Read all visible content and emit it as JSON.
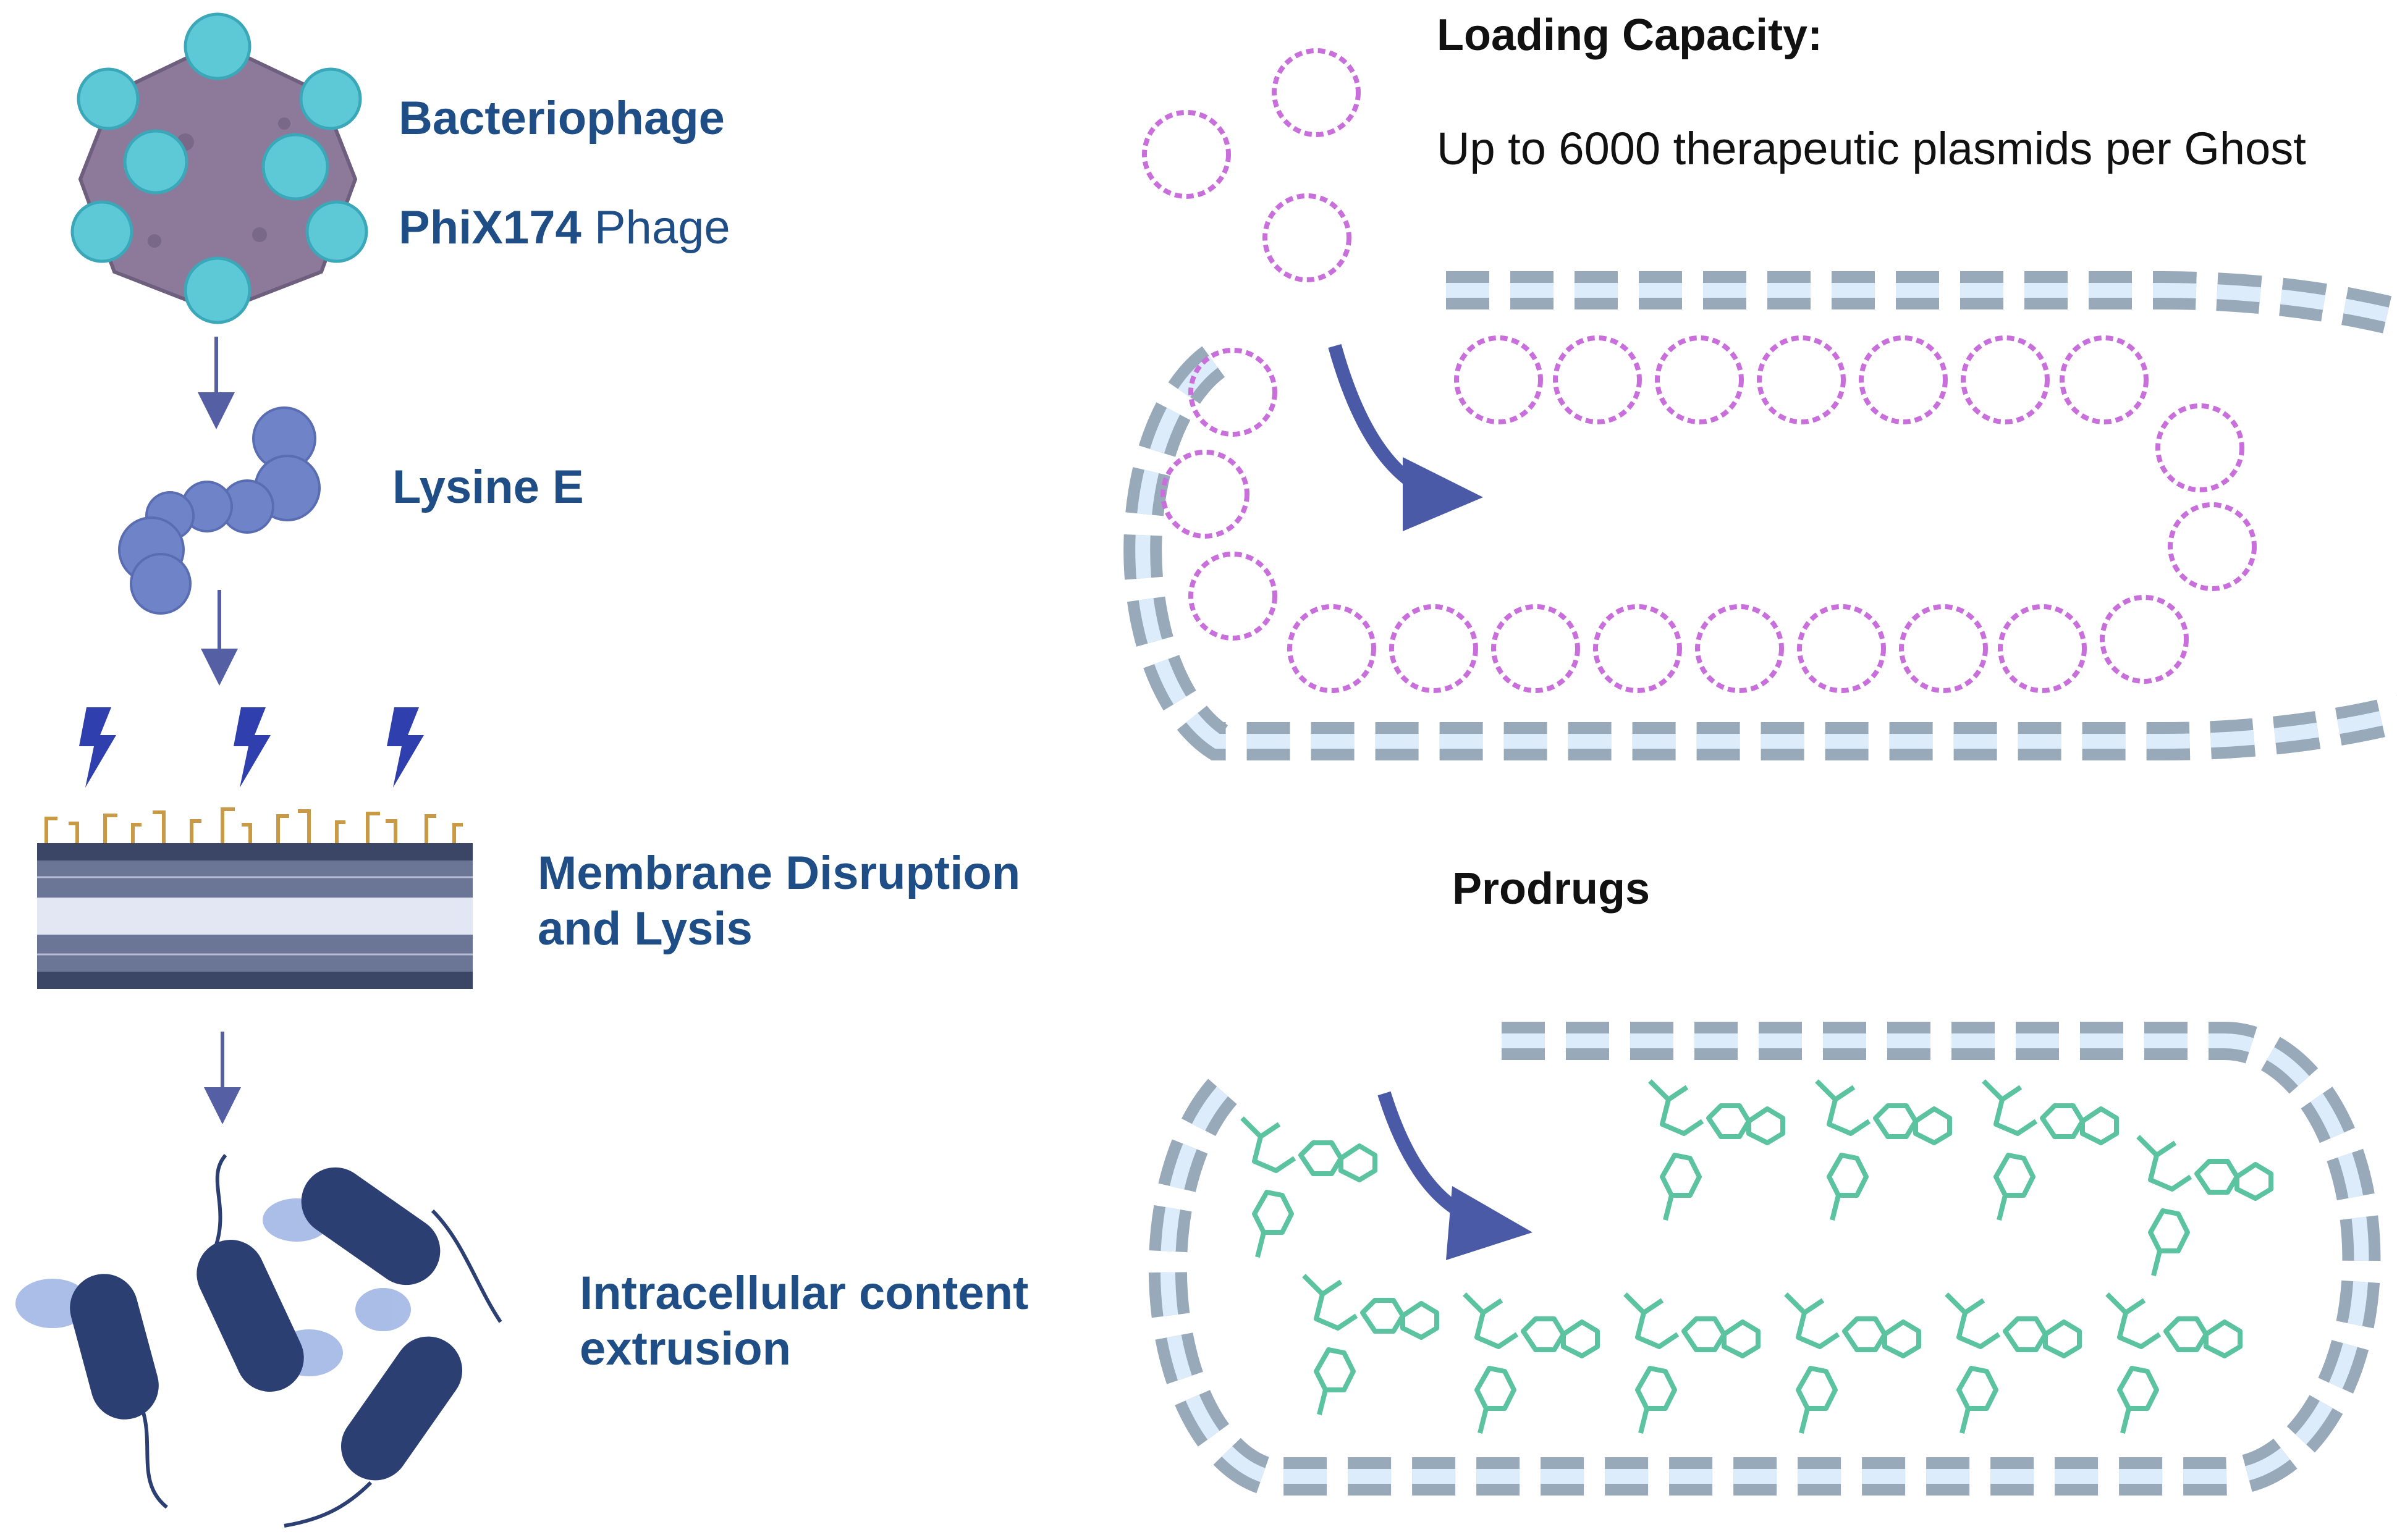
{
  "left_panel": {
    "bacteriophage": "Bacteriophage",
    "phage_strain": "PhiX174",
    "phage_word": "Phage",
    "lysine": "Lysine E",
    "membrane_line1": "Membrane Disruption",
    "membrane_line2": "and Lysis",
    "extrusion_line1": "Intracellular content",
    "extrusion_line2": "extrusion"
  },
  "right_panel": {
    "loading_title": "Loading Capacity:",
    "loading_text": "Up to 6000 therapeutic plasmids per Ghost",
    "prodrugs_title": "Prodrugs"
  },
  "colors": {
    "label_blue": "#1f4e86",
    "phage_capsid": "#8d7a9a",
    "phage_protein": "#5ec9d6",
    "lysine_protein": "#6f83c8",
    "arrow": "#5560a4",
    "lightning": "#2f3fae",
    "glycan": "#c99a45",
    "membrane_head": "#3b4566",
    "bacteria": "#2b3f73",
    "spray": "#8ea8e0",
    "ghost_wall": "#98a9ba",
    "ghost_wall_light": "#dcecfb",
    "plasmid": "#c96fdc",
    "prodrug": "#5cc3a0"
  },
  "icons": [
    "phage-icon",
    "lysine-e-protein-icon",
    "lightning-icon",
    "membrane-bilayer-icon",
    "bacteria-icon",
    "plasmid-icon",
    "prodrug-molecule-icon",
    "bacterial-ghost-icon"
  ]
}
